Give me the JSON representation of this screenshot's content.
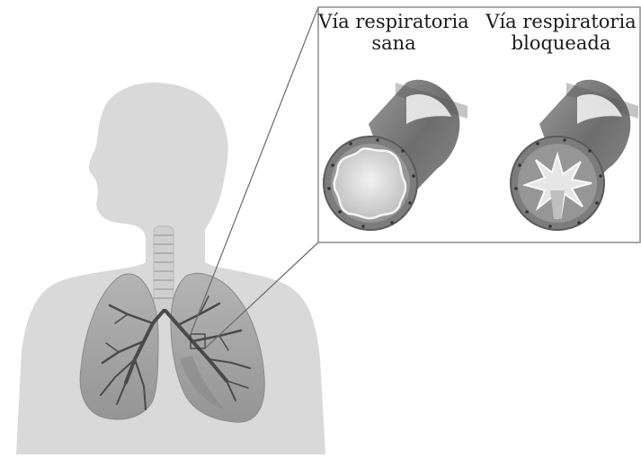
{
  "labels": {
    "healthy_line1": "Vía respiratoria",
    "healthy_line2": "sana",
    "blocked_line1": "Vía respiratoria",
    "blocked_line2": "bloqueada"
  },
  "colors": {
    "silhouette": "#d9d9d9",
    "lung": "#a9a9a9",
    "lung_shade": "#8c8c8c",
    "bronchi": "#4a4a4a",
    "trachea": "#c8c8c8",
    "airway_wall": "#7a7a7a",
    "airway_ring": "#5c5c5c",
    "lumen": "#e8e8e8",
    "inset_border": "#7f7f7f"
  }
}
